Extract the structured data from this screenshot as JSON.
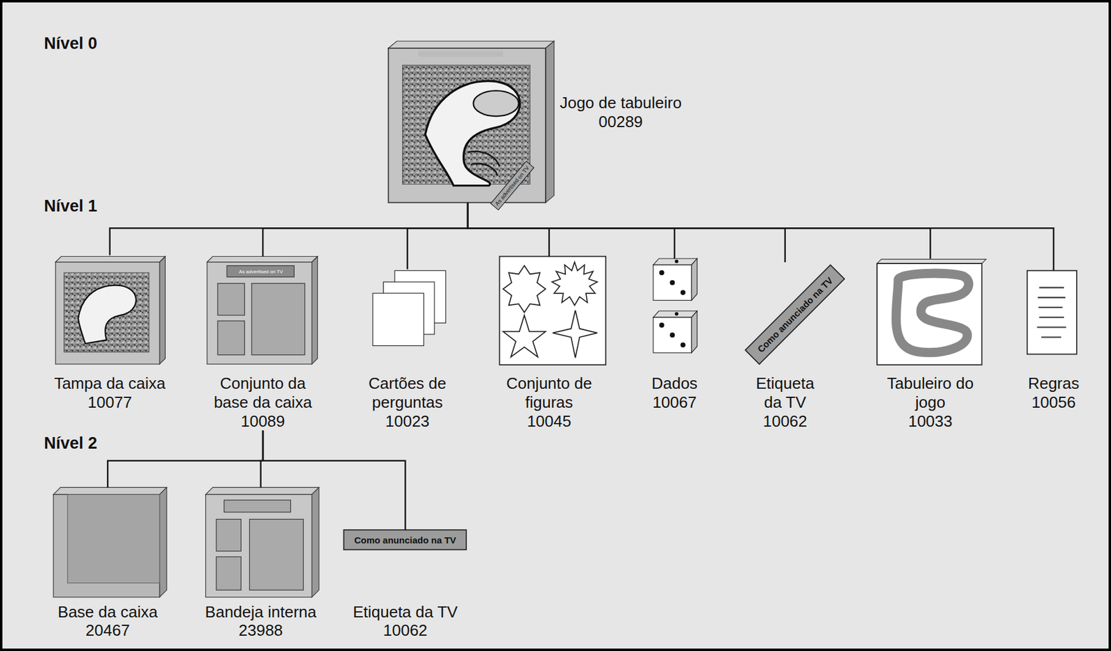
{
  "diagram": {
    "nodes": [
      {
        "text": [
          "Jogo de tabuleiro",
          "00289"
        ]
      },
      {
        "text": [
          "Tampa da caixa",
          "10077"
        ]
      },
      {
        "text": [
          "Conjunto da base da caixa",
          "10089"
        ]
      },
      {
        "text": [
          "Cartões de perguntas",
          "10023"
        ]
      },
      {
        "text": [
          "Conjunto de figuras",
          "10045"
        ]
      },
      {
        "text": [
          "Dados",
          "10067"
        ]
      },
      {
        "text": [
          "Etiqueta da TV",
          "10062"
        ]
      },
      {
        "text": [
          "Tabuleiro do jogo",
          "10033"
        ]
      },
      {
        "text": [
          "Regras",
          "10056"
        ]
      },
      {
        "text": [
          "Base da caixa",
          "20467"
        ]
      },
      {
        "text": [
          "Bandeja interna",
          "23988"
        ]
      },
      {
        "text": [
          "Etiqueta da TV",
          "10062"
        ]
      }
    ],
    "edges": [
      {
        "from": 0,
        "to": 1,
        "arrow": "none"
      },
      {
        "from": 0,
        "to": 2,
        "arrow": "none"
      },
      {
        "from": 0,
        "to": 3,
        "arrow": "none"
      },
      {
        "from": 0,
        "to": 4,
        "arrow": "none"
      },
      {
        "from": 0,
        "to": 5,
        "arrow": "none"
      },
      {
        "from": 0,
        "to": 6,
        "arrow": "none"
      },
      {
        "from": 0,
        "to": 7,
        "arrow": "none"
      },
      {
        "from": 0,
        "to": 8,
        "arrow": "none"
      },
      {
        "from": 2,
        "to": 9,
        "arrow": "none"
      },
      {
        "from": 2,
        "to": 10,
        "arrow": "none"
      },
      {
        "from": 2,
        "to": 11,
        "arrow": "none"
      }
    ],
    "labels": [
      "Nível 0",
      "Nível 1",
      "Nível 2",
      "As advertised on TV",
      "As advertised on TV",
      "Como anunciado na TV",
      "Como anunciado na TV"
    ]
  }
}
